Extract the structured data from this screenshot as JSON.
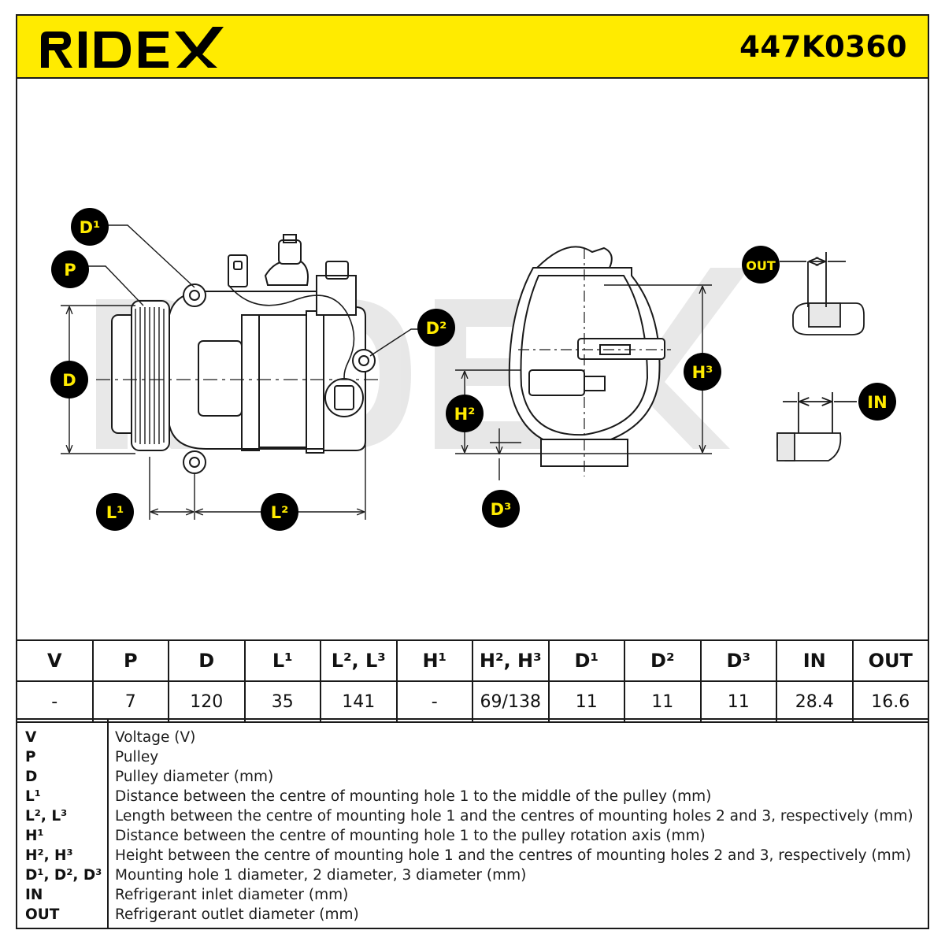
{
  "brand": "RIDEX",
  "part_number": "447K0360",
  "drawing_labels": {
    "d1": "D¹",
    "p": "P",
    "d": "D",
    "d2": "D²",
    "l1": "L¹",
    "l2": "L²",
    "h2": "H²",
    "h3": "H³",
    "d3": "D³",
    "out": "OUT",
    "in": "IN"
  },
  "colors": {
    "brand_yellow": "#ffeb00",
    "label_circle": "#000000",
    "line": "#1a1a1a"
  },
  "spec_table": {
    "headers": [
      "V",
      "P",
      "D",
      "L¹",
      "L², L³",
      "H¹",
      "H², H³",
      "D¹",
      "D²",
      "D³",
      "IN",
      "OUT"
    ],
    "values": [
      "-",
      "7",
      "120",
      "35",
      "141",
      "-",
      "69/138",
      "11",
      "11",
      "11",
      "28.4",
      "16.6"
    ]
  },
  "legend": [
    {
      "key": "V",
      "desc": "Voltage (V)"
    },
    {
      "key": "P",
      "desc": "Pulley"
    },
    {
      "key": "D",
      "desc": "Pulley diameter (mm)"
    },
    {
      "key": "L¹",
      "desc": "Distance between the centre of mounting hole 1 to the middle of the pulley (mm)"
    },
    {
      "key": "L², L³",
      "desc": "Length between the centre of mounting hole 1 and the centres of mounting holes 2 and 3, respectively (mm)"
    },
    {
      "key": "H¹",
      "desc": "Distance between the centre of mounting hole 1 to the pulley rotation axis (mm)"
    },
    {
      "key": "H², H³",
      "desc": "Height between the centre of mounting hole 1 and the centres of mounting holes 2 and 3, respectively (mm)"
    },
    {
      "key": "D¹, D², D³",
      "desc": "Mounting hole 1 diameter, 2 diameter, 3 diameter (mm)"
    },
    {
      "key": "IN",
      "desc": "Refrigerant inlet diameter (mm)"
    },
    {
      "key": "OUT",
      "desc": "Refrigerant outlet diameter (mm)"
    }
  ]
}
